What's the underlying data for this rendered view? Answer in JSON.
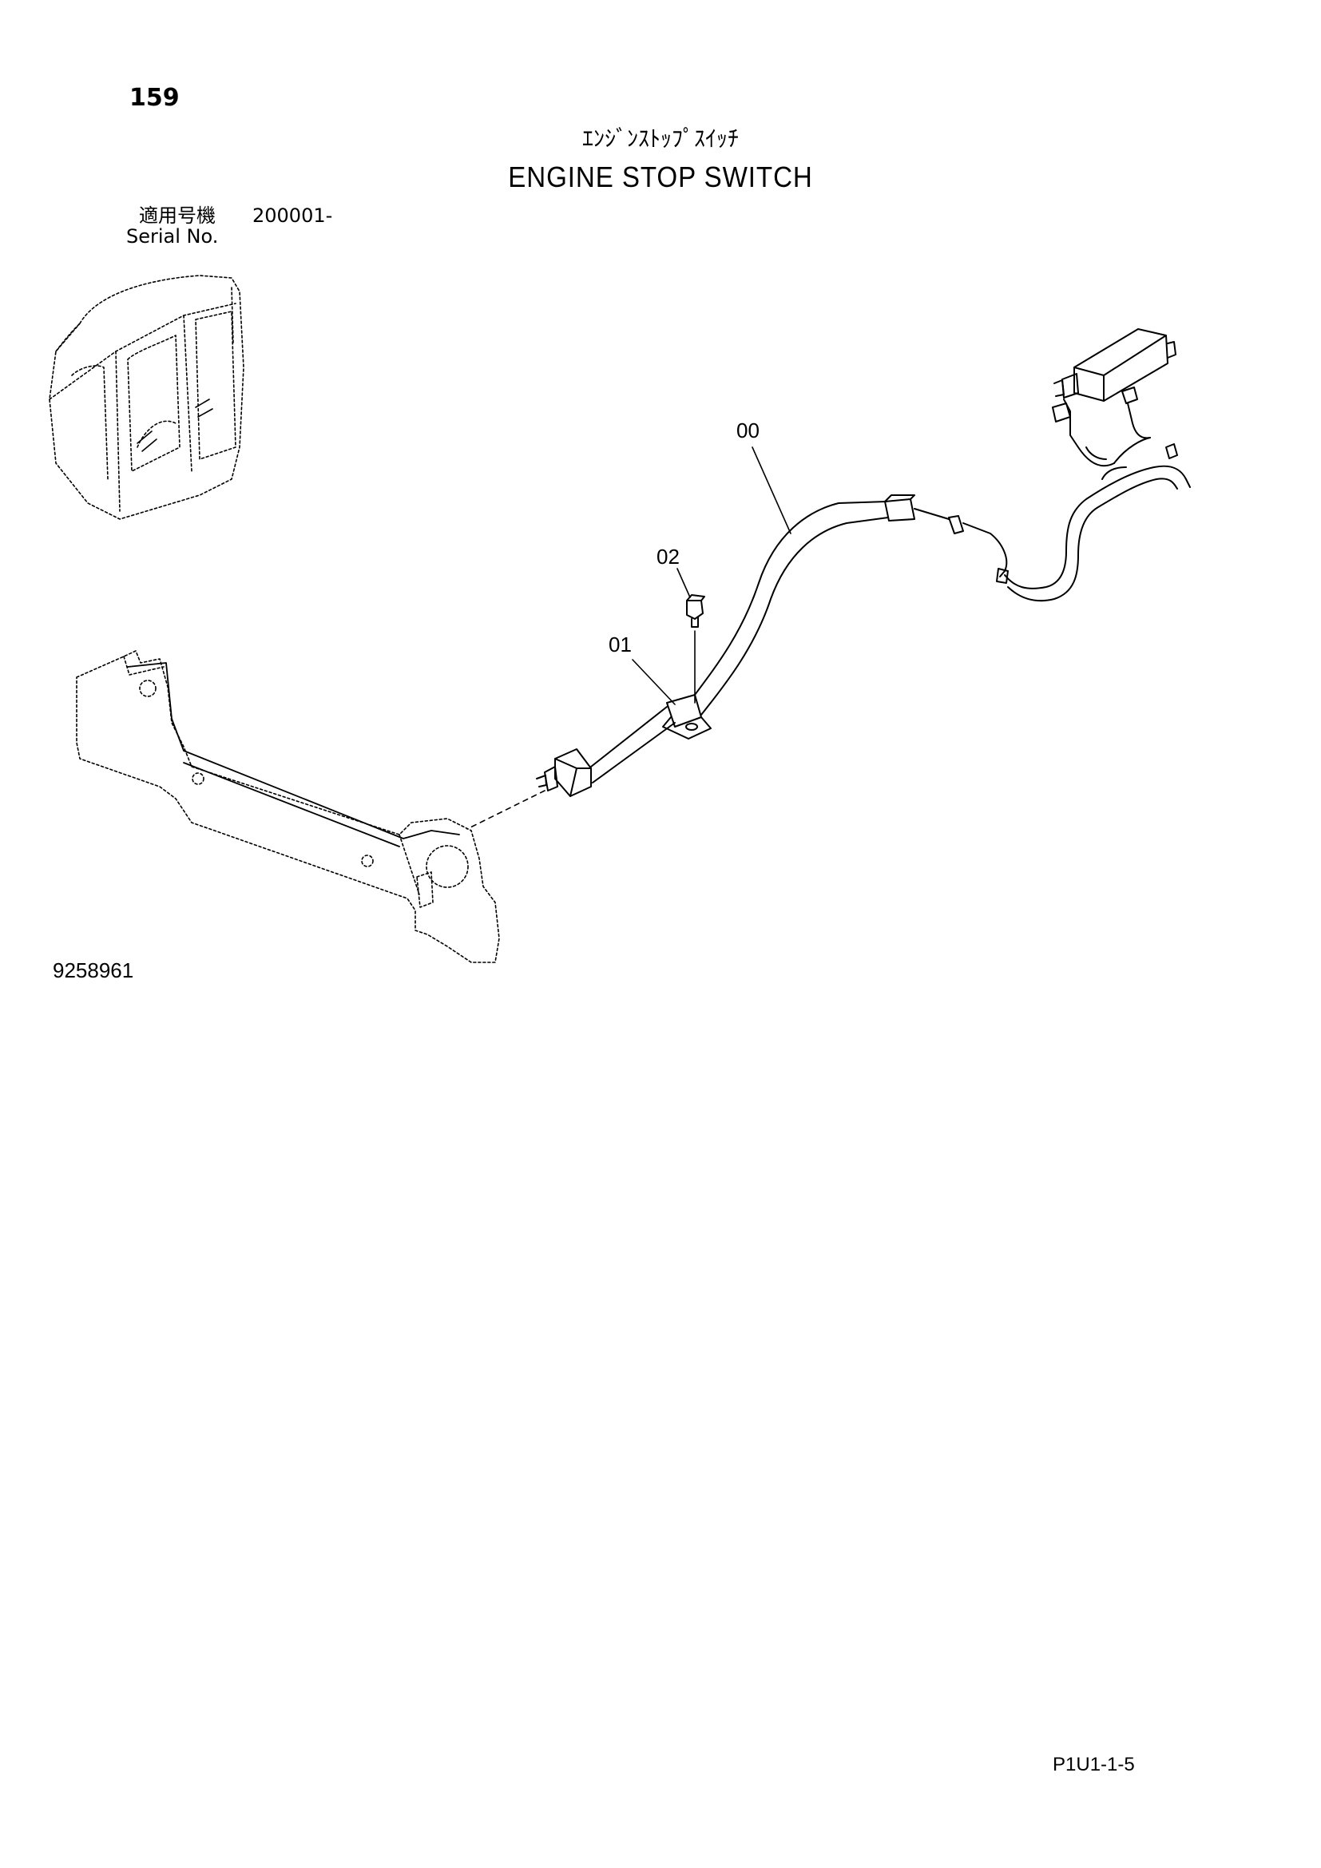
{
  "page": {
    "number": "159",
    "title_jp": "ｴﾝｼﾞﾝｽﾄｯﾌﾟｽｲｯﾁ",
    "title_en": "ENGINE STOP SWITCH",
    "serial_label_jp": "適用号機",
    "serial_value": "200001-",
    "serial_label_en": "Serial No.",
    "drawing_number": "9258961",
    "page_code": "P1U1-1-5"
  },
  "callouts": {
    "harness": "00",
    "switch_clamp": "01",
    "bolt": "02"
  },
  "colors": {
    "ink": "#000000",
    "paper": "#ffffff"
  }
}
